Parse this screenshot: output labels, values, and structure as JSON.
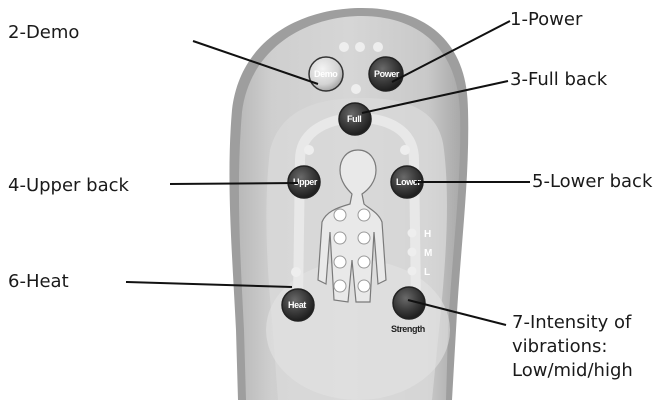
{
  "callouts": {
    "demo": "2-Demo",
    "power": "1-Power",
    "full": "3-Full back",
    "upper": "4-Upper back",
    "lower": "5-Lower back",
    "heat": "6-Heat",
    "intensity_line1": "7-Intensity of",
    "intensity_line2": "vibrations:",
    "intensity_line3": "Low/mid/high"
  },
  "remote": {
    "demo_label": "Demo",
    "power_label": "Power",
    "full_label": "Full",
    "upper_label": "Upper",
    "lower_label": "Lower",
    "heat_label": "Heat",
    "strength_label": "Strength",
    "level_high": "H",
    "level_mid": "M",
    "level_low": "L"
  }
}
